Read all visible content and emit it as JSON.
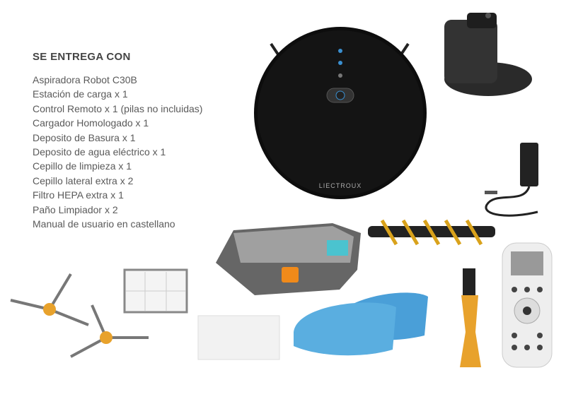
{
  "heading": "SE ENTREGA CON",
  "items": [
    "Aspiradora Robot C30B",
    "Estación de carga x 1",
    "Control Remoto x 1 (pilas no incluidas)",
    "Cargador Homologado x 1",
    "Deposito de Basura x 1",
    "Deposito de agua eléctrico x 1",
    "Cepillo de limpieza x 1",
    "Cepillo lateral extra x 2",
    "Filtro HEPA extra x 1",
    "Paño Limpiador x 2",
    "Manual de usuario en castellano"
  ],
  "robot_brand": "LIECTROUX"
}
